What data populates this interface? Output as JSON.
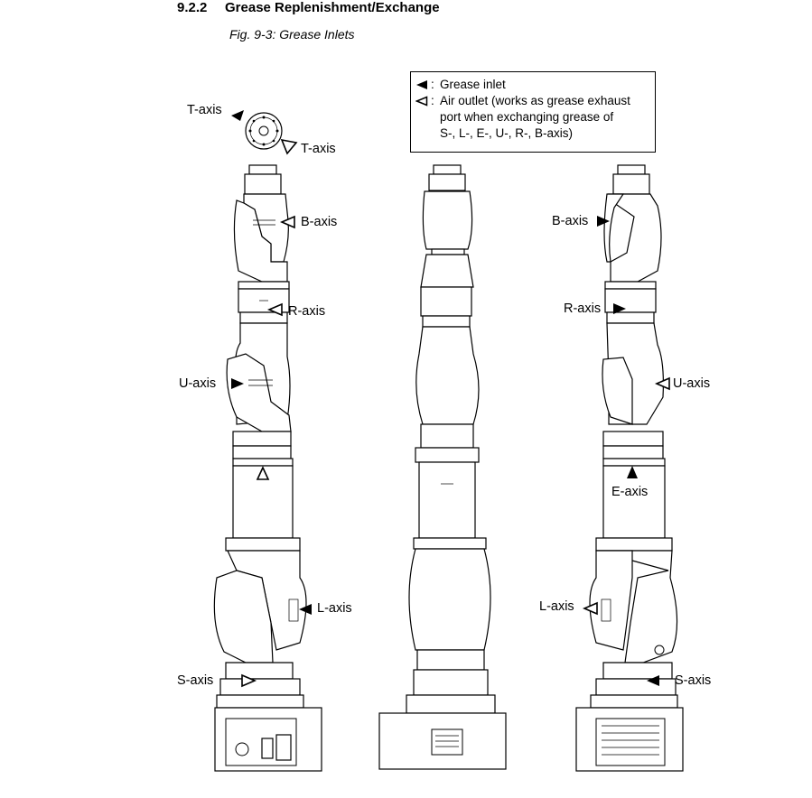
{
  "section": {
    "number": "9.2.2",
    "title": "Grease Replenishment/Exchange"
  },
  "figure": {
    "caption": "Fig. 9-3: Grease Inlets"
  },
  "legend": {
    "grease_inlet": "Grease inlet",
    "air_outlet": "Air outlet (works as grease exhaust port when exchanging grease of S-, L-, E-, U-, R-, B-axis)",
    "air_outlet_lines": [
      "Air outlet (works as grease exhaust",
      "port when exchanging grease of",
      "S-, L-, E-, U-, R-, B-axis)"
    ]
  },
  "labels": {
    "t_axis_inlet": "T-axis",
    "t_axis_outlet": "T-axis",
    "left_b_axis": "B-axis",
    "left_r_axis": "R-axis",
    "left_u_axis": "U-axis",
    "left_l_axis": "L-axis",
    "left_s_axis": "S-axis",
    "right_b_axis": "B-axis",
    "right_r_axis": "R-axis",
    "right_u_axis": "U-axis",
    "right_e_axis": "E-axis",
    "right_l_axis": "L-axis",
    "right_s_axis": "S-axis"
  },
  "icons": {
    "grease_inlet": "filled-triangle-icon",
    "air_outlet": "hollow-triangle-icon"
  }
}
